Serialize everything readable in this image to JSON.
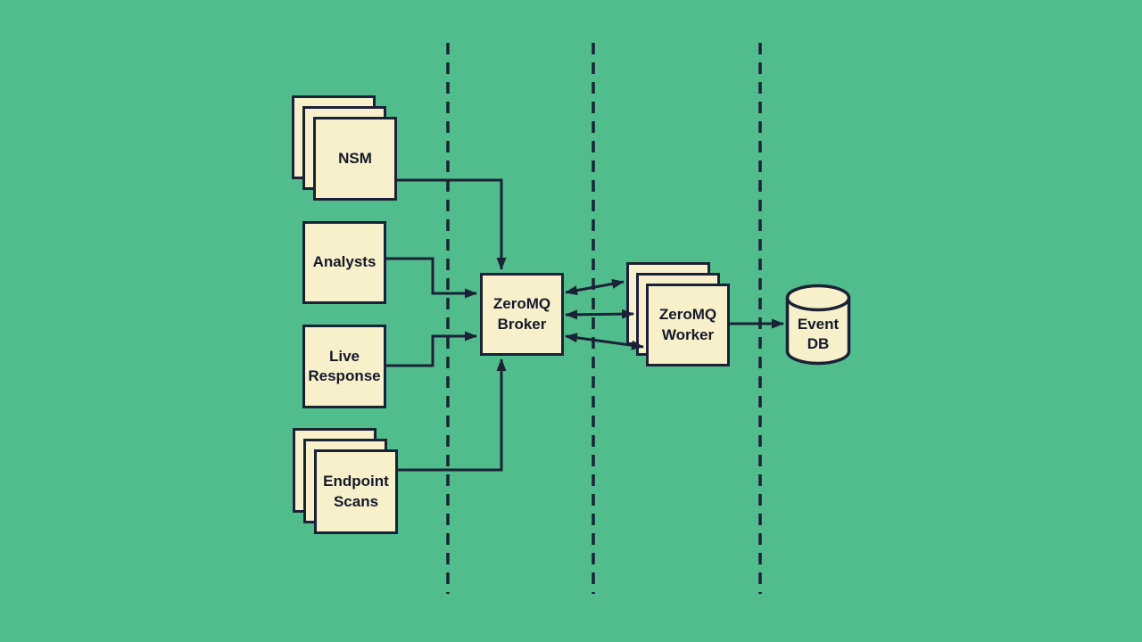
{
  "diagram": {
    "colors": {
      "background": "#52BD8C",
      "node_fill": "#F7F0CA",
      "stroke": "#1B2136"
    },
    "nodes": {
      "nsm": {
        "label": "NSM",
        "shape": "stacked-boxes"
      },
      "analysts": {
        "label": "Analysts",
        "shape": "box"
      },
      "live_response": {
        "label": "Live\nResponse",
        "shape": "box"
      },
      "endpoint_scans": {
        "label": "Endpoint\nScans",
        "shape": "stacked-boxes"
      },
      "zeromq_broker": {
        "label": "ZeroMQ\nBroker",
        "shape": "box"
      },
      "zeromq_worker": {
        "label": "ZeroMQ\nWorker",
        "shape": "stacked-boxes"
      },
      "event_db": {
        "label": "Event\nDB",
        "shape": "cylinder"
      }
    },
    "edges": [
      {
        "from": "NSM",
        "to": "ZeroMQ Broker",
        "direction": "one-way"
      },
      {
        "from": "Analysts",
        "to": "ZeroMQ Broker",
        "direction": "one-way"
      },
      {
        "from": "Live Response",
        "to": "ZeroMQ Broker",
        "direction": "one-way"
      },
      {
        "from": "Endpoint Scans",
        "to": "ZeroMQ Broker",
        "direction": "one-way"
      },
      {
        "from": "ZeroMQ Broker",
        "to": "ZeroMQ Worker",
        "direction": "two-way",
        "count": 3
      },
      {
        "from": "ZeroMQ Worker",
        "to": "Event DB",
        "direction": "one-way"
      }
    ],
    "lane_dividers": {
      "count": 3,
      "style": "dashed-vertical"
    }
  }
}
